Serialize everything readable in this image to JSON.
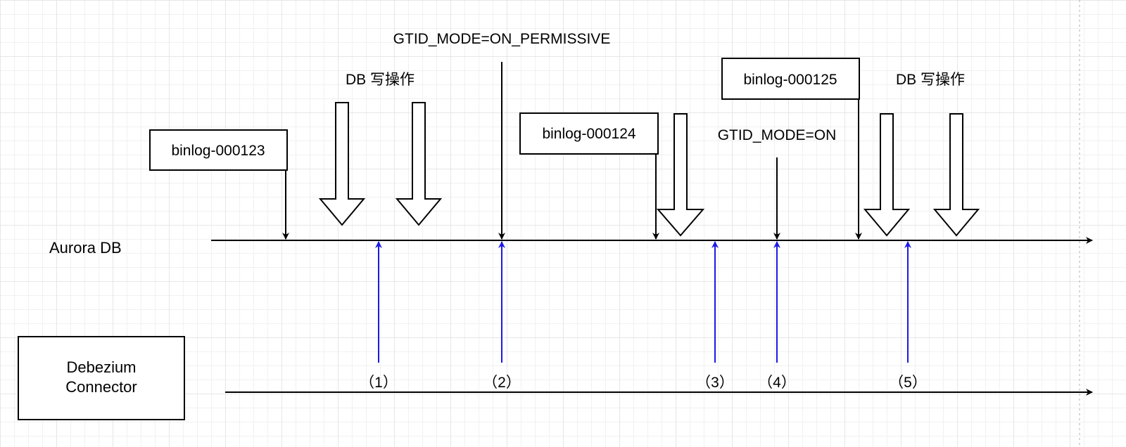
{
  "labels": {
    "gtid_permissive": "GTID_MODE=ON_PERMISSIVE",
    "gtid_on": "GTID_MODE=ON",
    "db_write_1": "DB 写操作",
    "db_write_2": "DB 写操作",
    "aurora_db": "Aurora DB",
    "connector_line1": "Debezium",
    "connector_line2": "Connector"
  },
  "binlogs": [
    {
      "label": "binlog-000123"
    },
    {
      "label": "binlog-000124"
    },
    {
      "label": "binlog-000125"
    }
  ],
  "checkpoints": [
    {
      "label": "（1）"
    },
    {
      "label": "（2）"
    },
    {
      "label": "（3）"
    },
    {
      "label": "（4）"
    },
    {
      "label": "（5）"
    }
  ],
  "colors": {
    "line": "#000000",
    "checkpoint_arrow": "#1a1ae6",
    "grid_major": "#e6e6e6",
    "grid_minor": "#f1f1f1"
  }
}
